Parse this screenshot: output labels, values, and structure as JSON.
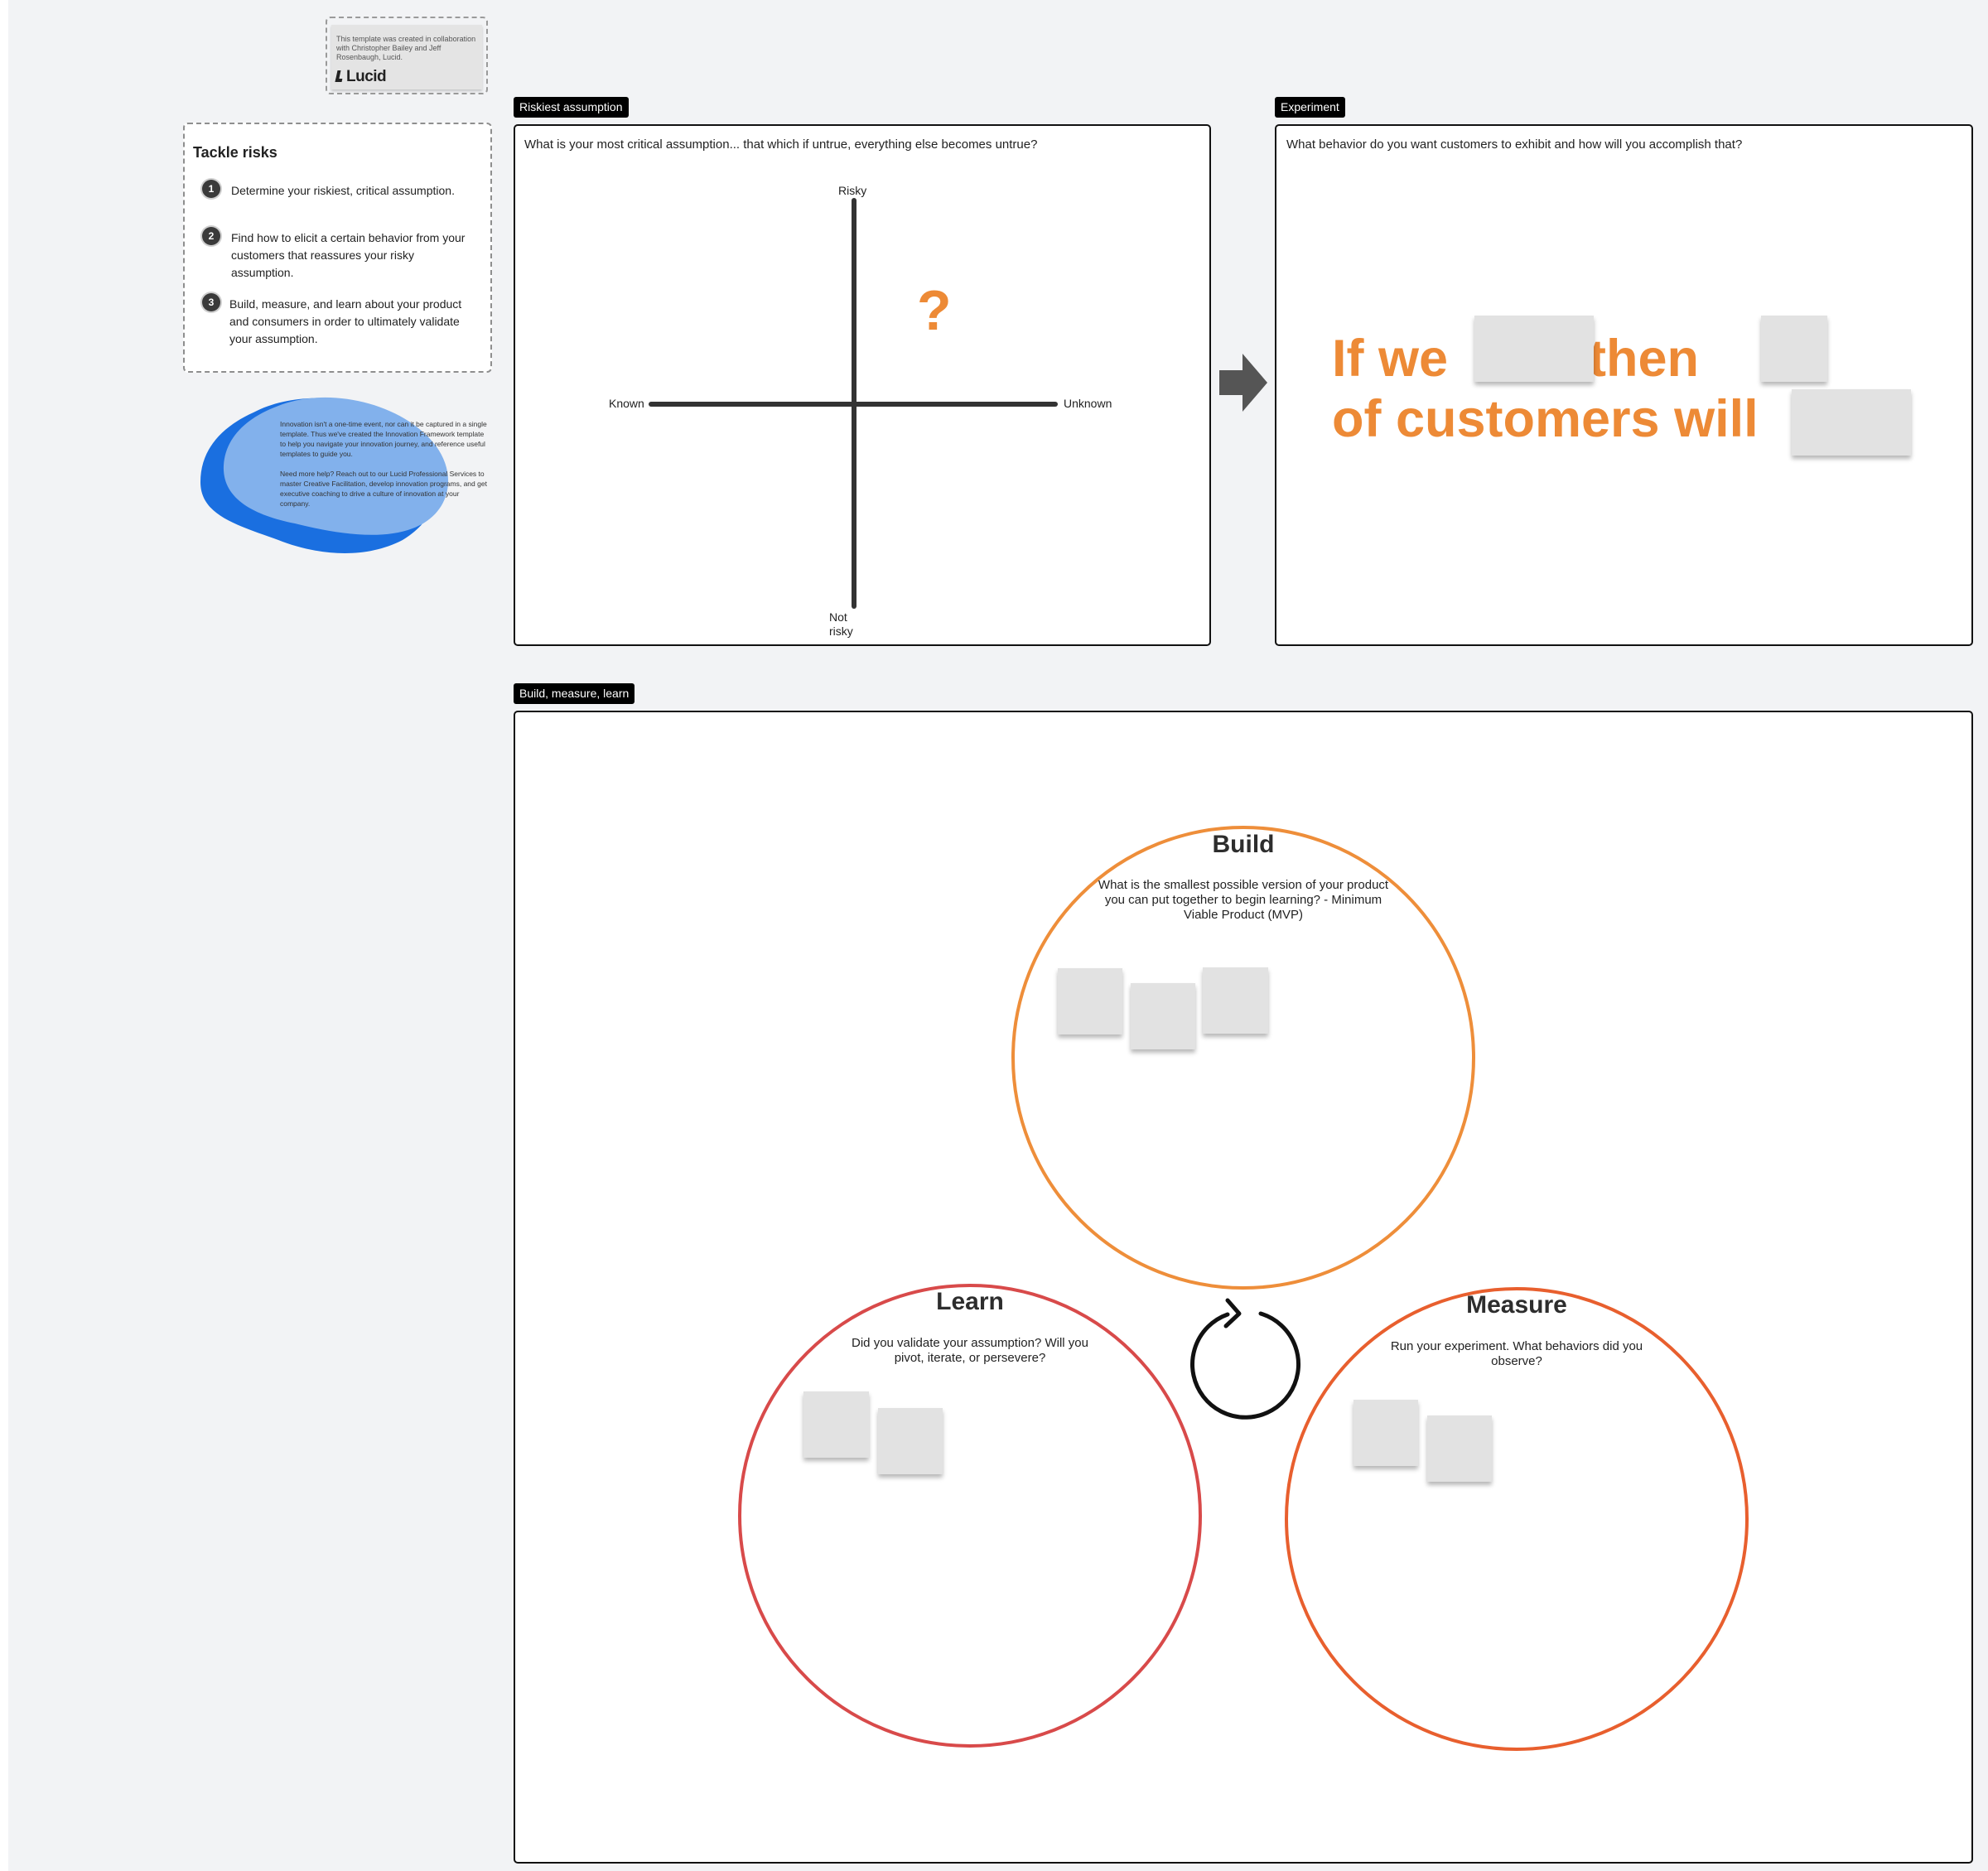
{
  "attribution": {
    "text": "This template was created in collaboration with Christopher Bailey and Jeff Rosenbaugh, Lucid.",
    "logo_text": "Lucid"
  },
  "tackle": {
    "title": "Tackle risks",
    "steps": [
      {
        "num": "1",
        "text": "Determine your riskiest, critical assumption."
      },
      {
        "num": "2",
        "text": "Find how to elicit a certain behavior from your customers that reassures your risky assumption."
      },
      {
        "num": "3",
        "text": "Build, measure, and learn about your product and consumers in order to ultimately validate your assumption."
      }
    ]
  },
  "blob": {
    "para1": "Innovation isn't a one-time event, nor can it be captured in a single template. Thus we've created the Innovation Framework template to help you navigate your innovation journey, and reference useful templates to guide you.",
    "para2": "Need more help? Reach out to our Lucid Professional Services to master Creative Facilitation, develop innovation programs, and get executive coaching to drive a culture of innovation at your company."
  },
  "riskiest": {
    "tag": "Riskiest assumption",
    "prompt": "What is your most critical assumption... that which if untrue, everything else becomes untrue?",
    "axis_top": "Risky",
    "axis_bottom_line1": "Not",
    "axis_bottom_line2": "risky",
    "axis_left": "Known",
    "axis_right": "Unknown",
    "mark": "?"
  },
  "experiment": {
    "tag": "Experiment",
    "prompt": "What behavior do you want customers to exhibit and how will you accomplish that?",
    "line1_a": "If we",
    "line1_b": "then",
    "line2": "of customers will"
  },
  "bml": {
    "tag": "Build, measure, learn",
    "build_title": "Build",
    "build_desc": "What is the smallest possible version of your product you can put together to begin learning? - Minimum Viable Product (MVP)",
    "learn_title": "Learn",
    "learn_desc": "Did you validate your assumption? Will you pivot, iterate, or persevere?",
    "measure_title": "Measure",
    "measure_desc": "Run your experiment. What behaviors did you observe?"
  },
  "colors": {
    "orange": "#ed8a36",
    "build_circle": "#ee8e3a",
    "learn_circle": "#d84a4a",
    "measure_circle": "#e85f2e",
    "blob_dark": "#1a6fe0",
    "blob_light": "#82b1ec"
  }
}
